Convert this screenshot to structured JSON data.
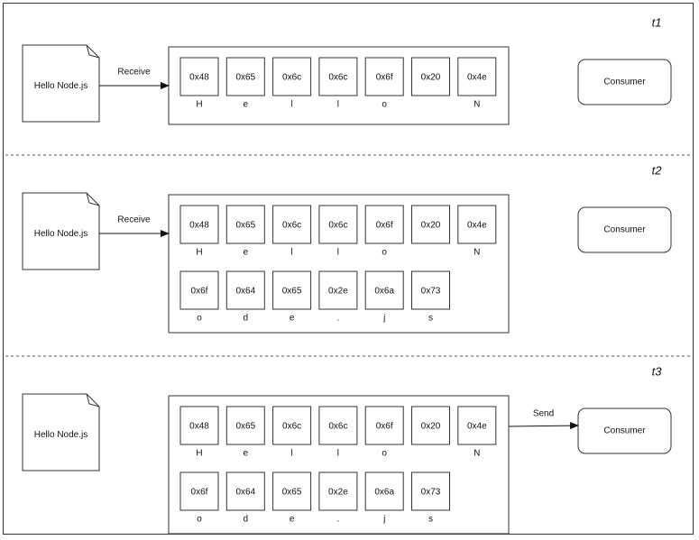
{
  "stages": [
    {
      "time_label": "t1",
      "file_label": "Hello Node.js",
      "action_label": "Receive",
      "action_target": "buffer",
      "consumer_label": "Consumer",
      "bytes": [
        {
          "hex": "0x48",
          "char": "H"
        },
        {
          "hex": "0x65",
          "char": "e"
        },
        {
          "hex": "0x6c",
          "char": "l"
        },
        {
          "hex": "0x6c",
          "char": "l"
        },
        {
          "hex": "0x6f",
          "char": "o"
        },
        {
          "hex": "0x20",
          "char": ""
        },
        {
          "hex": "0x4e",
          "char": "N"
        }
      ]
    },
    {
      "time_label": "t2",
      "file_label": "Hello Node.js",
      "action_label": "Receive",
      "action_target": "buffer",
      "consumer_label": "Consumer",
      "bytes": [
        {
          "hex": "0x48",
          "char": "H"
        },
        {
          "hex": "0x65",
          "char": "e"
        },
        {
          "hex": "0x6c",
          "char": "l"
        },
        {
          "hex": "0x6c",
          "char": "l"
        },
        {
          "hex": "0x6f",
          "char": "o"
        },
        {
          "hex": "0x20",
          "char": ""
        },
        {
          "hex": "0x4e",
          "char": "N"
        },
        {
          "hex": "0x6f",
          "char": "o"
        },
        {
          "hex": "0x64",
          "char": "d"
        },
        {
          "hex": "0x65",
          "char": "e"
        },
        {
          "hex": "0x2e",
          "char": "."
        },
        {
          "hex": "0x6a",
          "char": "j"
        },
        {
          "hex": "0x73",
          "char": "s"
        }
      ]
    },
    {
      "time_label": "t3",
      "file_label": "Hello Node.js",
      "action_label": "Send",
      "action_target": "consumer",
      "consumer_label": "Consumer",
      "bytes": [
        {
          "hex": "0x48",
          "char": "H"
        },
        {
          "hex": "0x65",
          "char": "e"
        },
        {
          "hex": "0x6c",
          "char": "l"
        },
        {
          "hex": "0x6c",
          "char": "l"
        },
        {
          "hex": "0x6f",
          "char": "o"
        },
        {
          "hex": "0x20",
          "char": ""
        },
        {
          "hex": "0x4e",
          "char": "N"
        },
        {
          "hex": "0x6f",
          "char": "o"
        },
        {
          "hex": "0x64",
          "char": "d"
        },
        {
          "hex": "0x65",
          "char": "e"
        },
        {
          "hex": "0x2e",
          "char": "."
        },
        {
          "hex": "0x6a",
          "char": "j"
        },
        {
          "hex": "0x73",
          "char": "s"
        }
      ]
    }
  ]
}
